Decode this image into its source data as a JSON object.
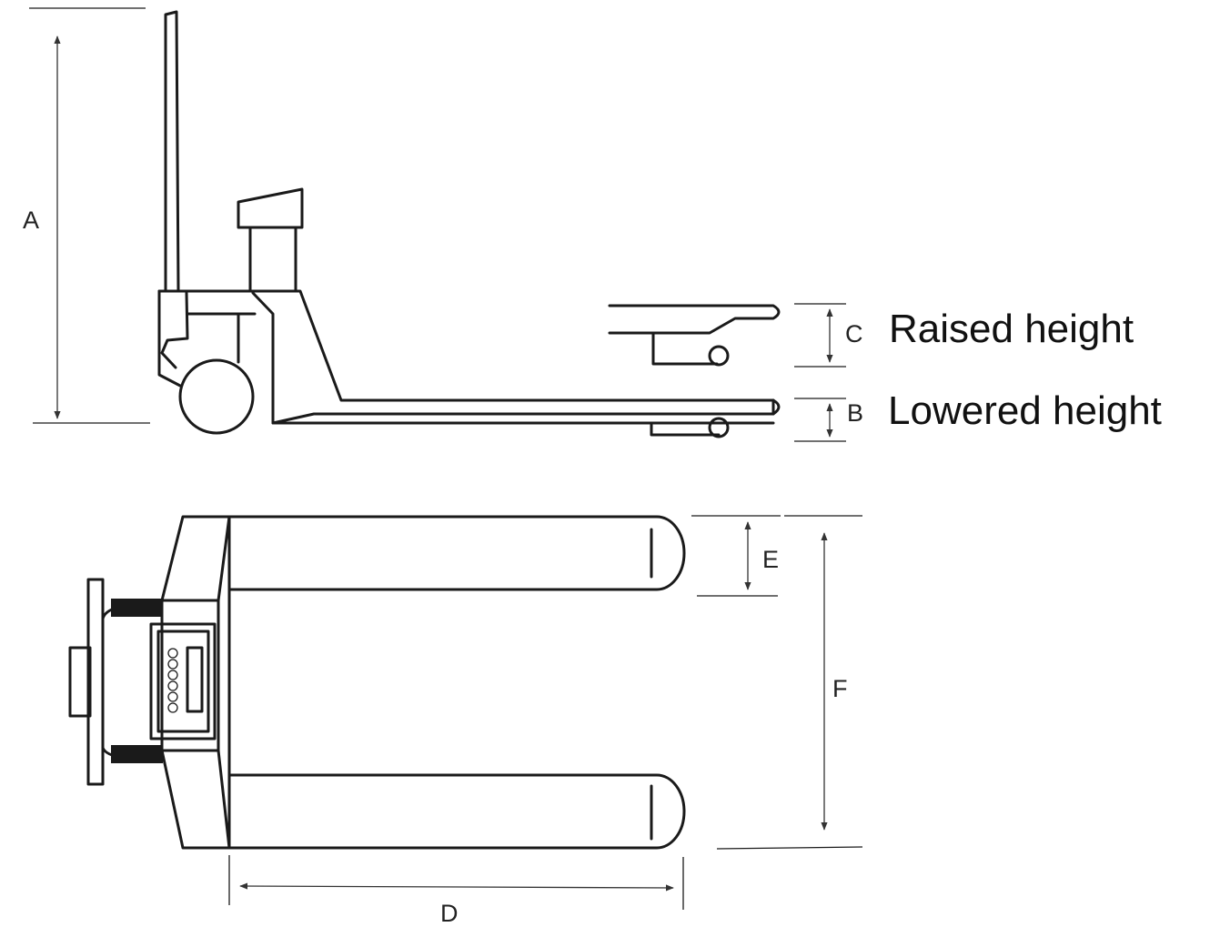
{
  "labels": {
    "a": "A",
    "b": "B",
    "c": "C",
    "d": "D",
    "e": "E",
    "f": "F"
  },
  "captions": {
    "raised": "Raised height",
    "lowered": "Lowered height"
  }
}
